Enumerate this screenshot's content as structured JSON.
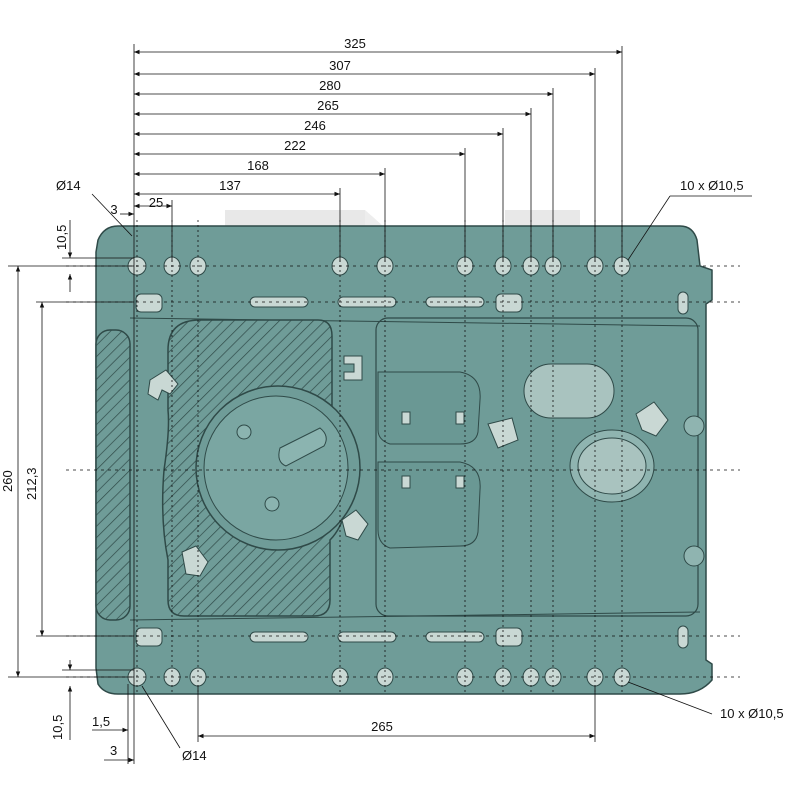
{
  "colors": {
    "plate_fill": "#6f9c98",
    "plate_stroke": "#2f4a48",
    "slot_fill": "#c9d8d4",
    "dim_line": "#111111",
    "watermark": "#e8e8e8"
  },
  "dimensions": {
    "top": [
      "325",
      "307",
      "280",
      "265",
      "246",
      "222",
      "168",
      "137",
      "25",
      "3"
    ],
    "hole_left_top": "Ø14",
    "holes_right_top": "10 x Ø10,5",
    "offset_top": "10,5",
    "height_total": "260",
    "height_inner": "212,3",
    "offset_bottom": "10,5",
    "small_bottom": "1,5",
    "three_bottom": "3",
    "hole_left_bottom": "Ø14",
    "bottom_span": "265",
    "holes_right_bottom": "10 x Ø10,5"
  }
}
